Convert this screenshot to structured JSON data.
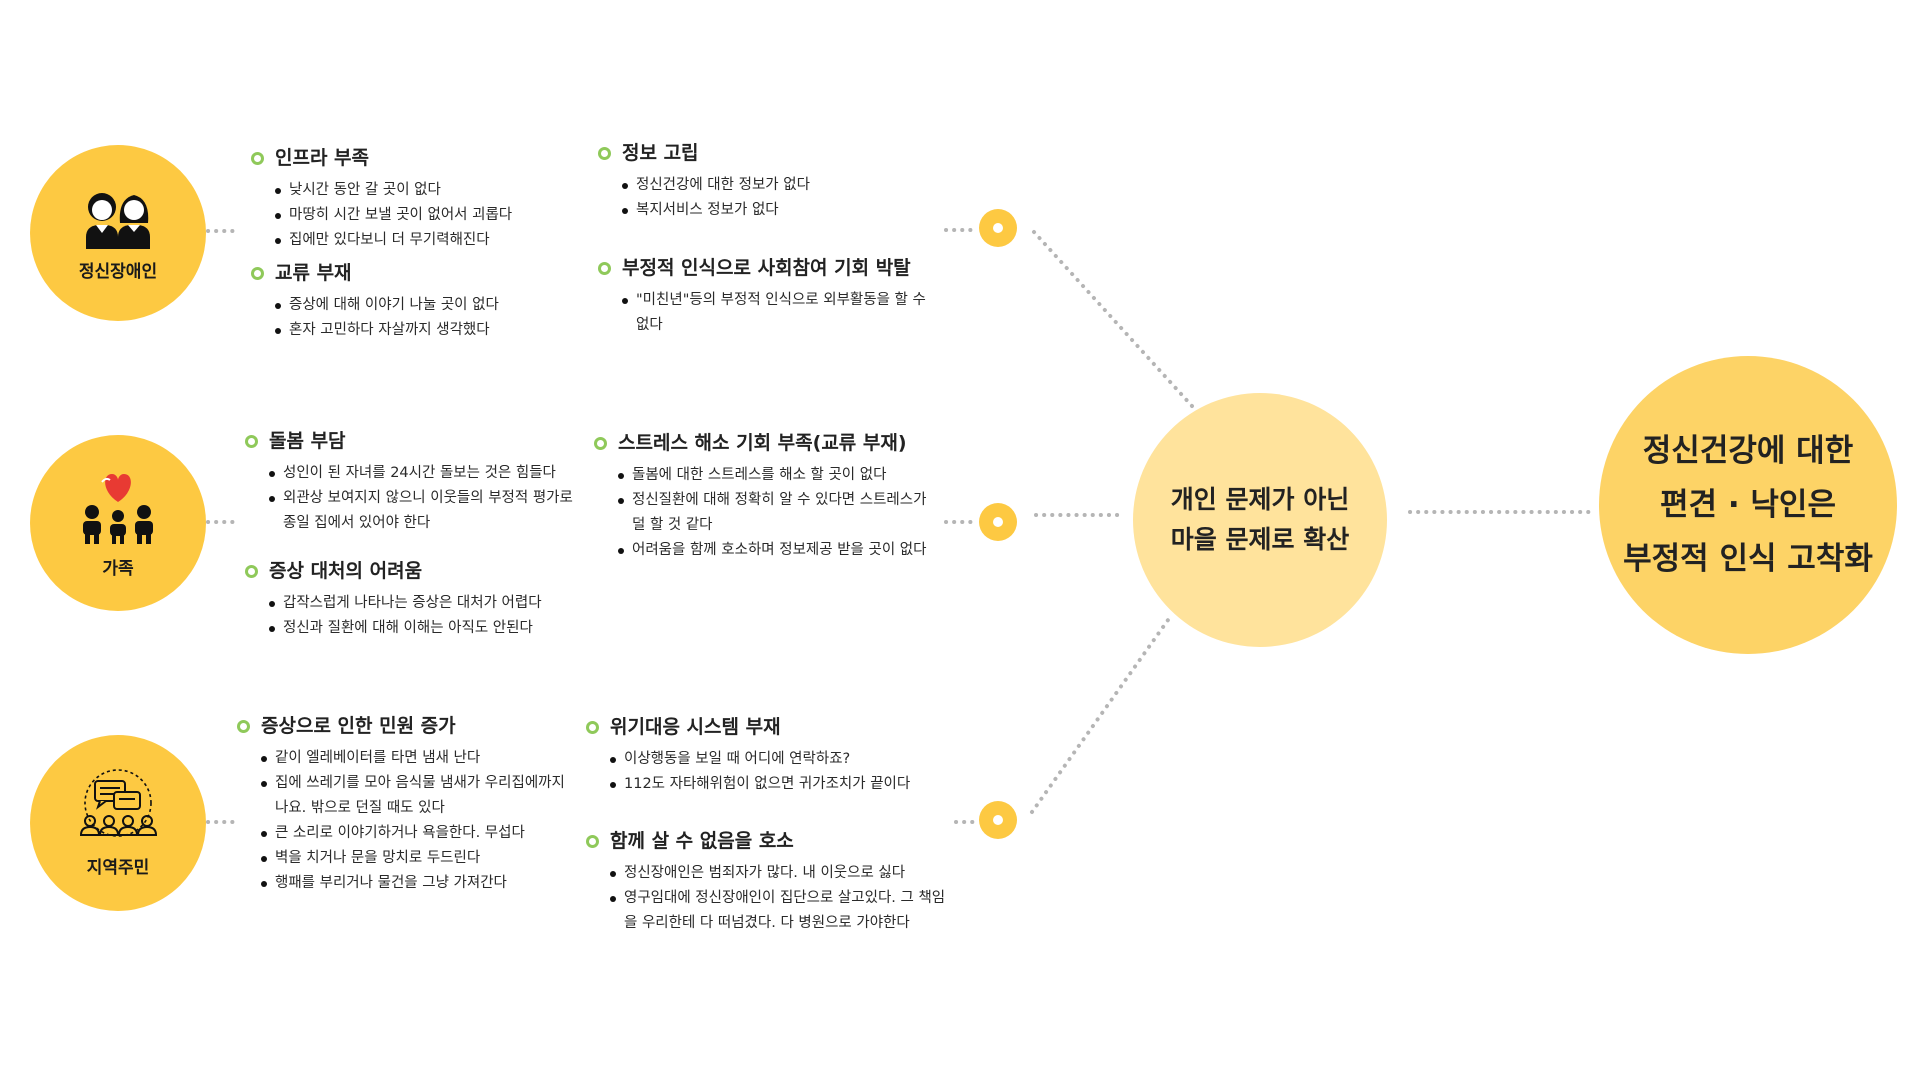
{
  "groups": [
    {
      "label": "정신장애인",
      "icon": "two-people-icon",
      "left_blocks": [
        {
          "title": "인프라 부족",
          "items": [
            "낮시간 동안 갈 곳이 없다",
            "마땅히 시간 보낼 곳이 없어서 괴롭다",
            "집에만 있다보니 더 무기력해진다"
          ]
        },
        {
          "title": "교류 부재",
          "items": [
            "증상에 대해 이야기 나눌 곳이 없다",
            "혼자 고민하다 자살까지 생각했다"
          ]
        }
      ],
      "right_blocks": [
        {
          "title": "정보 고립",
          "items": [
            "정신건강에 대한 정보가 없다",
            "복지서비스 정보가 없다"
          ]
        },
        {
          "title": "부정적 인식으로 사회참여 기회 박탈",
          "items": [
            "\"미친년\"등의 부정적 인식으로 외부활동을 할 수 없다"
          ]
        }
      ]
    },
    {
      "label": "가족",
      "icon": "family-heart-icon",
      "left_blocks": [
        {
          "title": "돌봄 부담",
          "items": [
            "성인이 된 자녀를 24시간 돌보는 것은 힘들다",
            "외관상 보여지지 않으니 이웃들의 부정적 평가로 종일 집에서 있어야 한다"
          ]
        },
        {
          "title": "증상 대처의 어려움",
          "items": [
            "갑작스럽게 나타나는 증상은 대처가 어렵다",
            "정신과 질환에 대해 이해는 아직도 안된다"
          ]
        }
      ],
      "right_blocks": [
        {
          "title": "스트레스 해소 기회 부족(교류 부재)",
          "items": [
            "돌봄에 대한 스트레스를 해소 할 곳이 없다",
            "정신질환에 대해 정확히 알 수 있다면 스트레스가 덜 할 것 같다",
            "어려움을 함께 호소하며 정보제공 받을 곳이 없다"
          ]
        }
      ]
    },
    {
      "label": "지역주민",
      "icon": "community-chat-icon",
      "left_blocks": [
        {
          "title": "증상으로 인한 민원 증가",
          "items": [
            "같이 엘레베이터를 타면 냄새 난다",
            "집에 쓰레기를 모아 음식물 냄새가 우리집에까지 나요. 밖으로 던질 때도 있다",
            "큰 소리로 이야기하거나 욕을한다. 무섭다",
            "벽을 치거나 문을 망치로 두드린다",
            "행패를 부리거나 물건을 그냥 가져간다"
          ]
        }
      ],
      "right_blocks": [
        {
          "title": "위기대응 시스템 부재",
          "items": [
            "이상행동을 보일 때 어디에 연락하죠?",
            "112도 자타해위험이 없으면 귀가조치가 끝이다"
          ]
        },
        {
          "title": "함께 살 수 없음을 호소",
          "items": [
            "정신장애인은 범죄자가 많다. 내 이웃으로 싫다",
            "영구임대에 정신장애인이 집단으로 살고있다. 그 책임을 우리한테 다 떠넘겼다. 다 병원으로 가야한다"
          ]
        }
      ]
    }
  ],
  "middle": {
    "line1": "개인 문제가 아닌",
    "line2": "마을 문제로 확산"
  },
  "result": {
    "line1": "정신건강에 대한",
    "line2": "편견 · 낙인은",
    "line3": "부정적 인식 고착화"
  },
  "colors": {
    "accent": "#fdc942",
    "middle": "#ffe39c",
    "result": "#fdd366",
    "bullet_ring": "#8fc95a",
    "dots": "#b5b5b5"
  }
}
